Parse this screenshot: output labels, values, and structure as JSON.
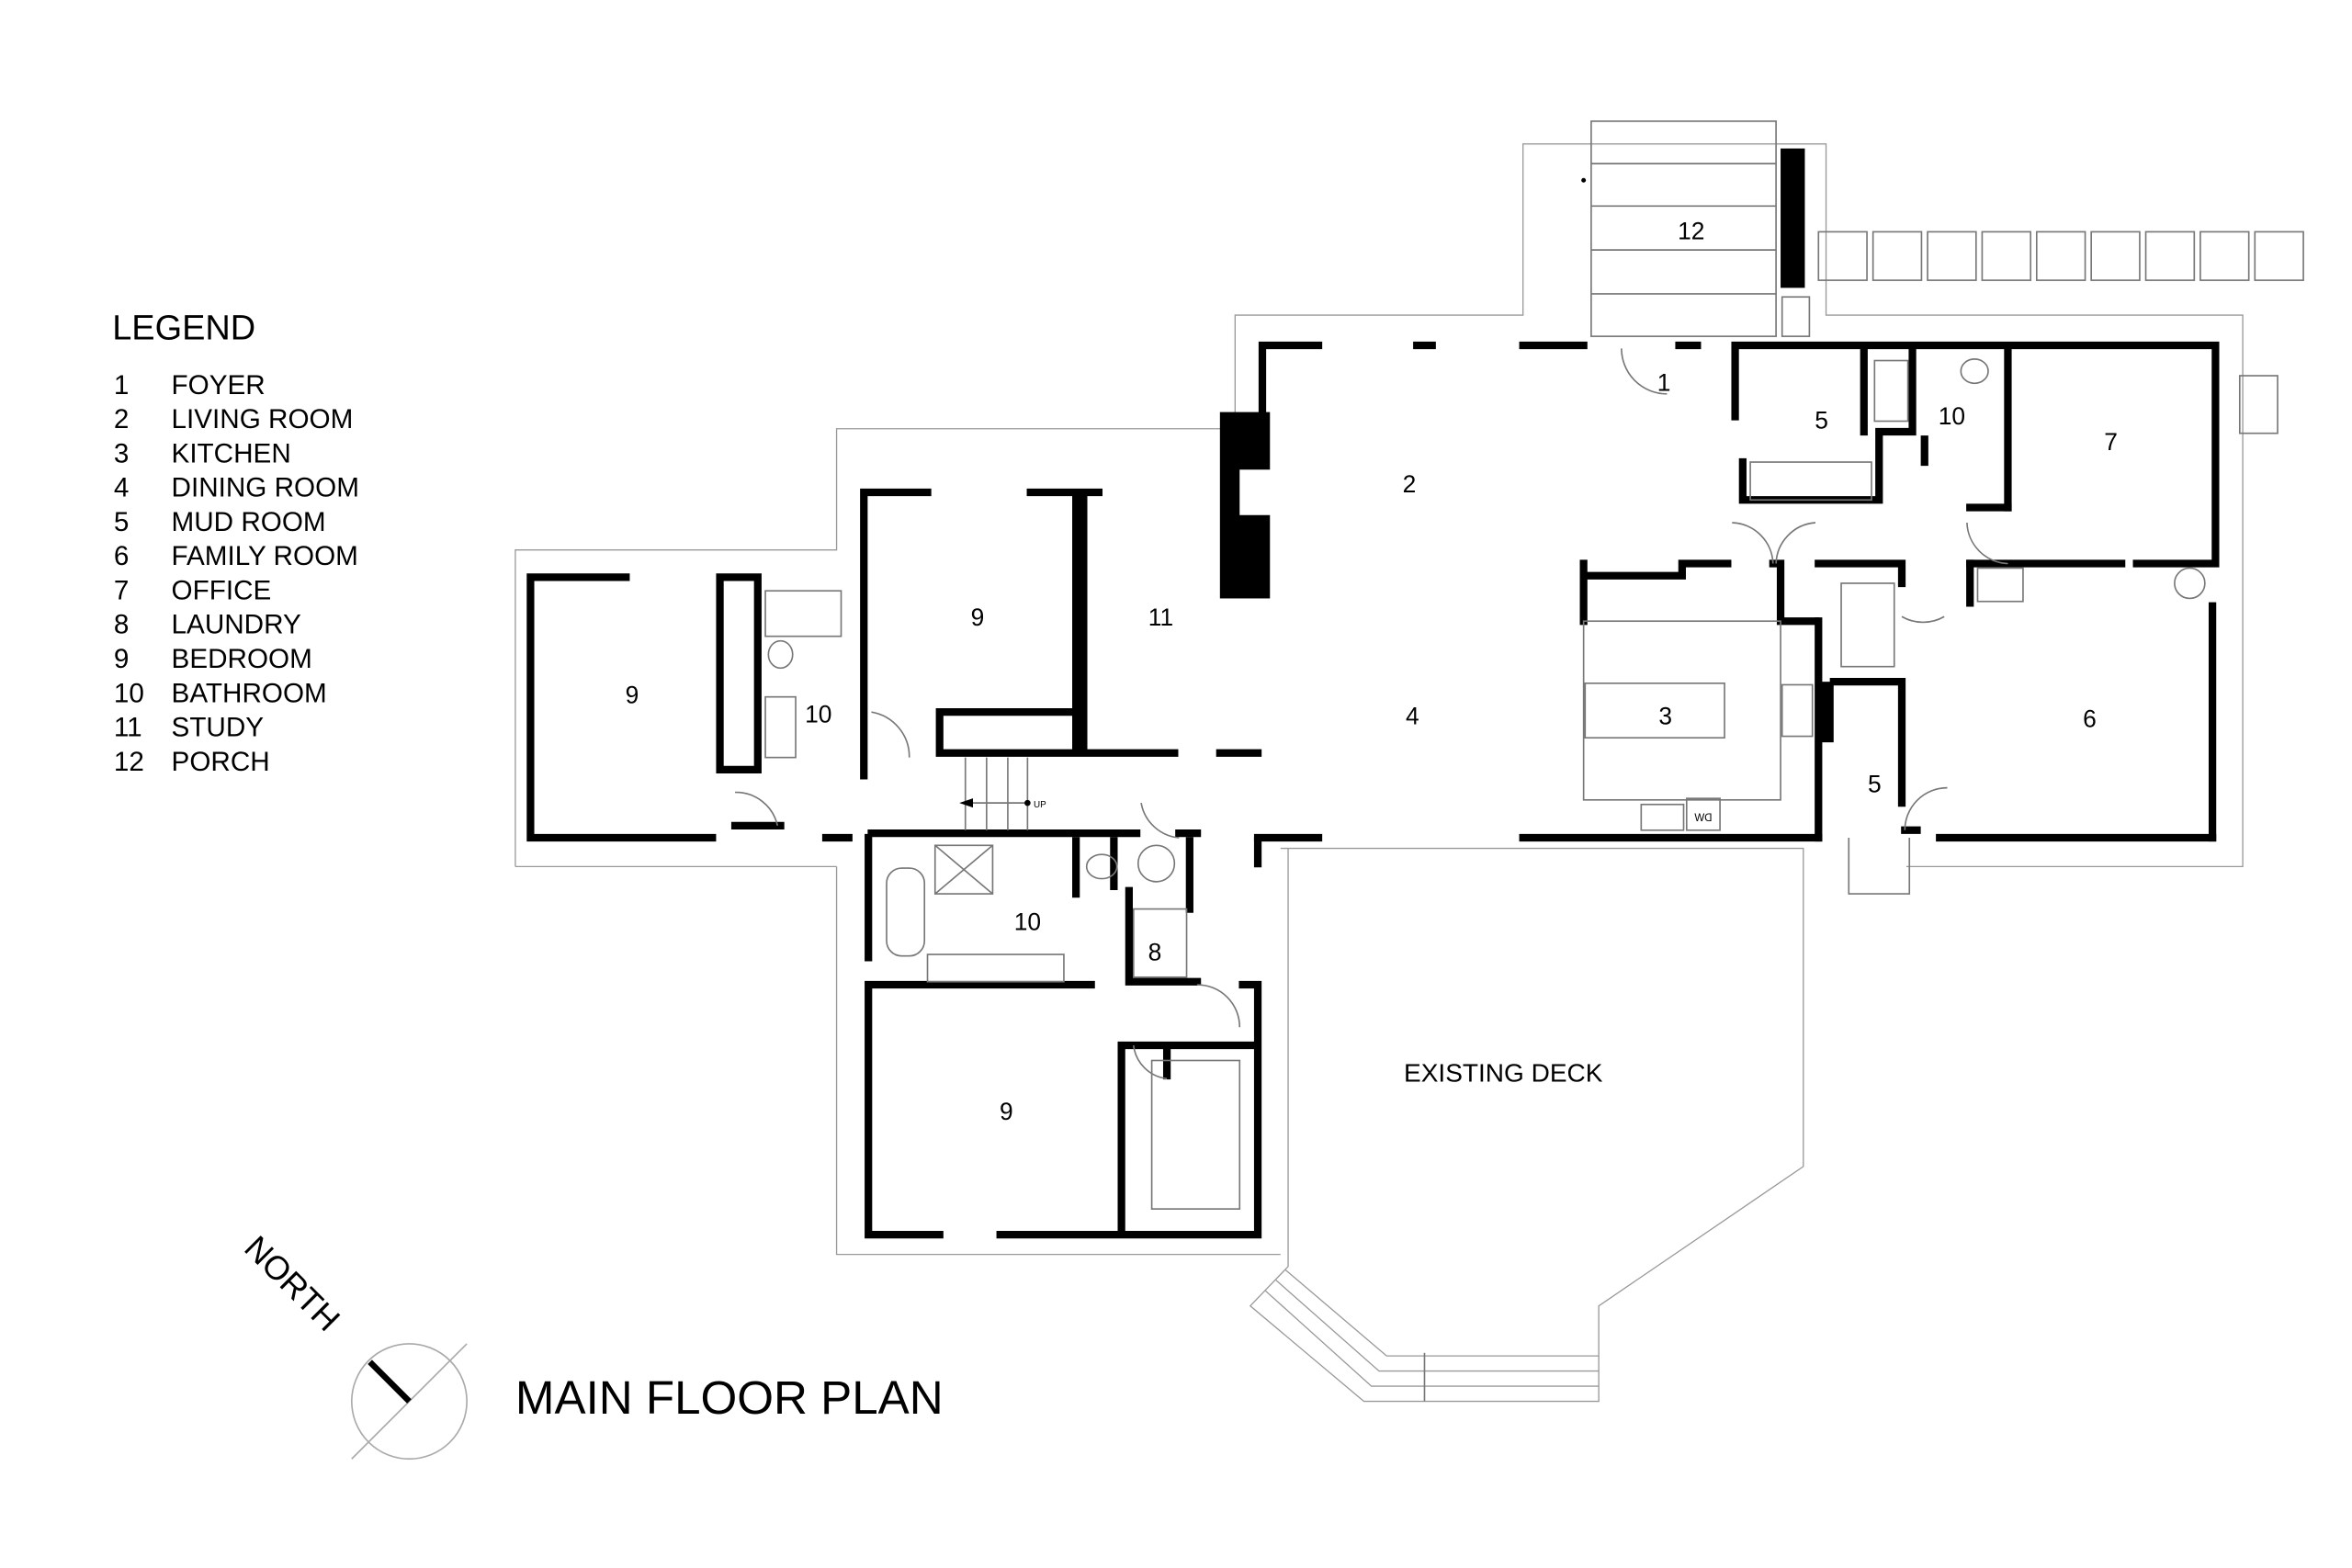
{
  "legend": {
    "title": "LEGEND",
    "items": [
      {
        "num": "1",
        "label": "FOYER"
      },
      {
        "num": "2",
        "label": "LIVING ROOM"
      },
      {
        "num": "3",
        "label": "KITCHEN"
      },
      {
        "num": "4",
        "label": "DINING ROOM"
      },
      {
        "num": "5",
        "label": "MUD ROOM"
      },
      {
        "num": "6",
        "label": "FAMILY ROOM"
      },
      {
        "num": "7",
        "label": "OFFICE"
      },
      {
        "num": "8",
        "label": "LAUNDRY"
      },
      {
        "num": "9",
        "label": "BEDROOM"
      },
      {
        "num": "10",
        "label": "BATHROOM"
      },
      {
        "num": "11",
        "label": "STUDY"
      },
      {
        "num": "12",
        "label": "PORCH"
      }
    ]
  },
  "plan": {
    "title": "MAIN FLOOR PLAN",
    "north_label": "NORTH",
    "deck_label": "EXISTING DECK",
    "stair_label": "UP",
    "dw_label": "DW",
    "rooms": {
      "porch": "12",
      "foyer": "1",
      "mud_top": "5",
      "bath_top": "10",
      "office": "7",
      "living": "2",
      "dining": "4",
      "kitchen": "3",
      "mud_side": "5",
      "family": "6",
      "study": "11",
      "bed_mid": "9",
      "bed_left": "9",
      "bath_left": "10",
      "bath_lower": "10",
      "laundry": "8",
      "bed_lower": "9"
    }
  }
}
